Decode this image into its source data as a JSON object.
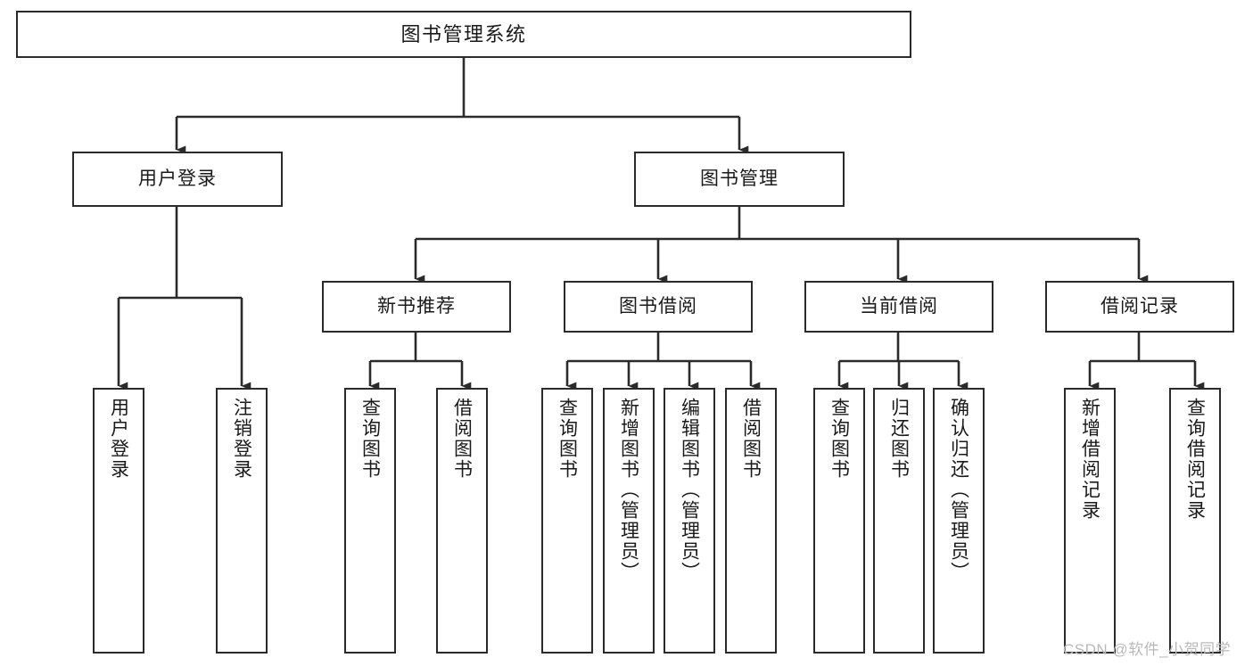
{
  "diagram": {
    "type": "tree-hierarchy",
    "title": "图书管理系统",
    "watermark": "CSDN @软件_小贺同学",
    "colors": {
      "background": "#ffffff",
      "node_fill": "#ffffff",
      "node_border": "#2b2b2b",
      "connector": "#2b2b2b",
      "text": "#1a1a1a",
      "watermark": "#b9b9b9"
    },
    "nodes": {
      "root": {
        "label": "图书管理系统",
        "level": 0
      },
      "level1": [
        {
          "id": "user-login",
          "label": "用户登录"
        },
        {
          "id": "book-manage",
          "label": "图书管理"
        }
      ],
      "level2": [
        {
          "id": "new-book-recommend",
          "label": "新书推荐",
          "parent": "book-manage"
        },
        {
          "id": "book-borrow",
          "label": "图书借阅",
          "parent": "book-manage"
        },
        {
          "id": "current-borrow",
          "label": "当前借阅",
          "parent": "book-manage"
        },
        {
          "id": "borrow-record",
          "label": "借阅记录",
          "parent": "book-manage"
        }
      ],
      "leaves": [
        {
          "id": "leaf-user-login",
          "label": "用户登录",
          "parent": "user-login"
        },
        {
          "id": "leaf-logout-login",
          "label": "注销登录",
          "parent": "user-login"
        },
        {
          "id": "leaf-query-book-1",
          "label": "查询图书",
          "parent": "new-book-recommend"
        },
        {
          "id": "leaf-borrow-book-1",
          "label": "借阅图书",
          "parent": "new-book-recommend"
        },
        {
          "id": "leaf-query-book-2",
          "label": "查询图书",
          "parent": "book-borrow"
        },
        {
          "id": "leaf-add-book",
          "label": "新增图书（管理员）",
          "parent": "book-borrow"
        },
        {
          "id": "leaf-edit-book",
          "label": "编辑图书（管理员）",
          "parent": "book-borrow"
        },
        {
          "id": "leaf-borrow-book-2",
          "label": "借阅图书",
          "parent": "book-borrow"
        },
        {
          "id": "leaf-query-book-3",
          "label": "查询图书",
          "parent": "current-borrow"
        },
        {
          "id": "leaf-return-book",
          "label": "归还图书",
          "parent": "current-borrow"
        },
        {
          "id": "leaf-confirm-return",
          "label": "确认归还（管理员）",
          "parent": "current-borrow"
        },
        {
          "id": "leaf-add-record",
          "label": "新增借阅记录",
          "parent": "borrow-record"
        },
        {
          "id": "leaf-query-record",
          "label": "查询借阅记录",
          "parent": "borrow-record"
        }
      ]
    }
  }
}
